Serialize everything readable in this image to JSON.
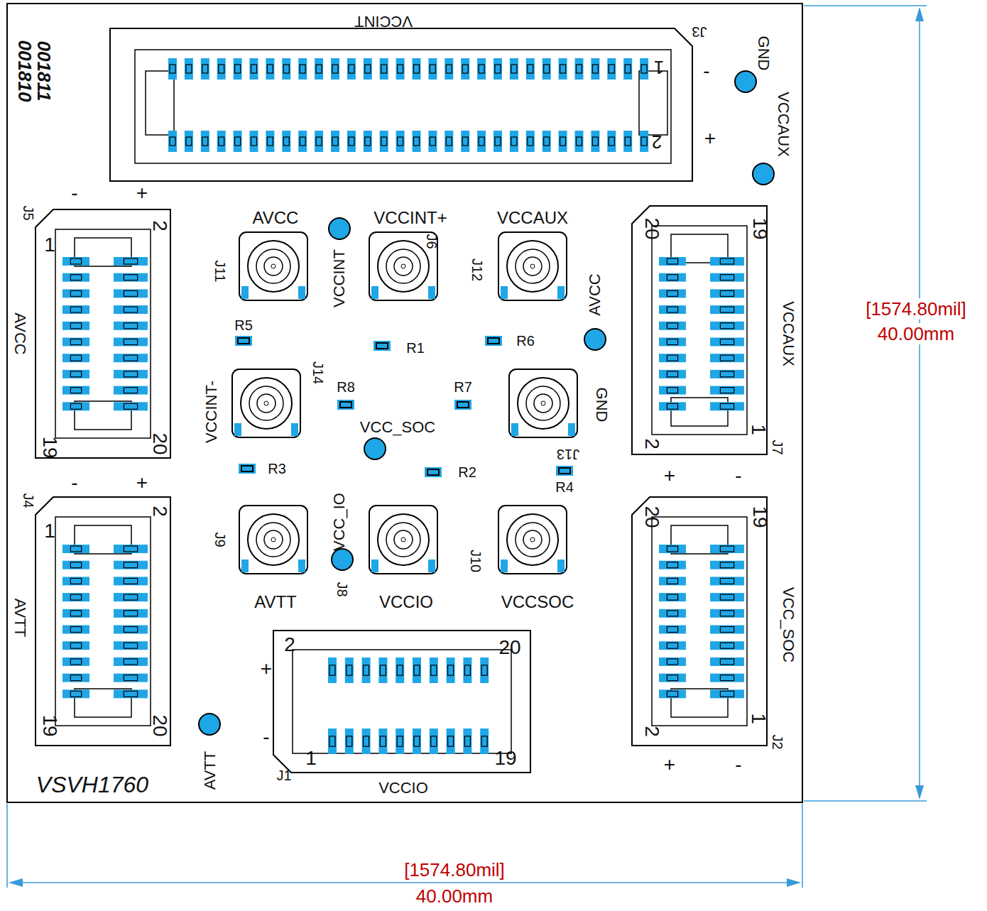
{
  "diagram": {
    "labels": [
      "VCCINT",
      "J3",
      "-",
      "+",
      "1",
      "2",
      "GND",
      "VCCAUX",
      "001810",
      "001811",
      "J5",
      "-",
      "+",
      "2",
      "1",
      "AVCC",
      "19",
      "20",
      "J4",
      "-",
      "+",
      "2",
      "1",
      "AVTT",
      "19",
      "20",
      "20",
      "19",
      "VCCAUX",
      "2",
      "1",
      "J7",
      "+",
      "-",
      "20",
      "19",
      "VCC_SOC",
      "2",
      "1",
      "J2",
      "+",
      "-",
      "2",
      "20",
      "+",
      "-",
      "1",
      "19",
      "J1",
      "VCCIO",
      "AVCC",
      "VCCINT+",
      "VCCAUX",
      "J11",
      "J6",
      "J12",
      "VCCINT",
      "AVCC",
      "R5",
      "R1",
      "R6",
      "J14",
      "R8",
      "R7",
      "VCCINT-",
      "GND",
      "VCC_SOC",
      "R3",
      "R2",
      "J13",
      "R4",
      "VCC_IO",
      "J9",
      "J8",
      "J10",
      "AVTT",
      "VCCIO",
      "VCCSOC",
      "AVTT",
      "VSVH1760",
      "[1574.80mil]",
      "40.00mm",
      "[1574.80mil]",
      "40.00mm"
    ]
  }
}
